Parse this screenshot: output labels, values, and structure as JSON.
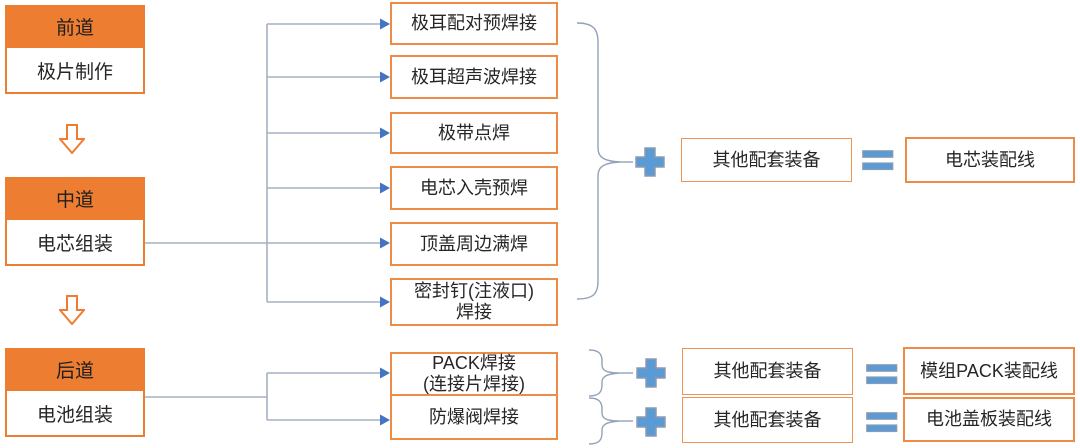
{
  "colors": {
    "orange_fill": "#ED7D31",
    "box_border": "#ED8C47",
    "icon_blue_fill": "#5B9BD5",
    "icon_blue_stroke": "#8D9BB0",
    "connector_line": "#A6B0C2",
    "arrowhead_blue": "#4472C4",
    "brace": "#93A2B8",
    "text": "#262626"
  },
  "stages": [
    {
      "header": "前道",
      "body": "极片制作"
    },
    {
      "header": "中道",
      "body": "电芯组装"
    },
    {
      "header": "后道",
      "body": "电池组装"
    }
  ],
  "cell_processes": [
    "极耳配对预焊接",
    "极耳超声波焊接",
    "极带点焊",
    "电芯入壳预焊",
    "顶盖周边满焊",
    "密封钉(注液口)\n焊接"
  ],
  "pack_processes": [
    "PACK焊接\n(连接片焊接)",
    "防爆阀焊接"
  ],
  "combine_rows": [
    {
      "plus": "plus-icon",
      "equipment": "其他配套装备",
      "equals": "equals-icon",
      "result": "电芯装配线"
    },
    {
      "plus": "plus-icon",
      "equipment": "其他配套装备",
      "equals": "equals-icon",
      "result": "模组PACK装配线"
    },
    {
      "plus": "plus-icon",
      "equipment": "其他配套装备",
      "equals": "equals-icon",
      "result": "电池盖板装配线"
    }
  ]
}
